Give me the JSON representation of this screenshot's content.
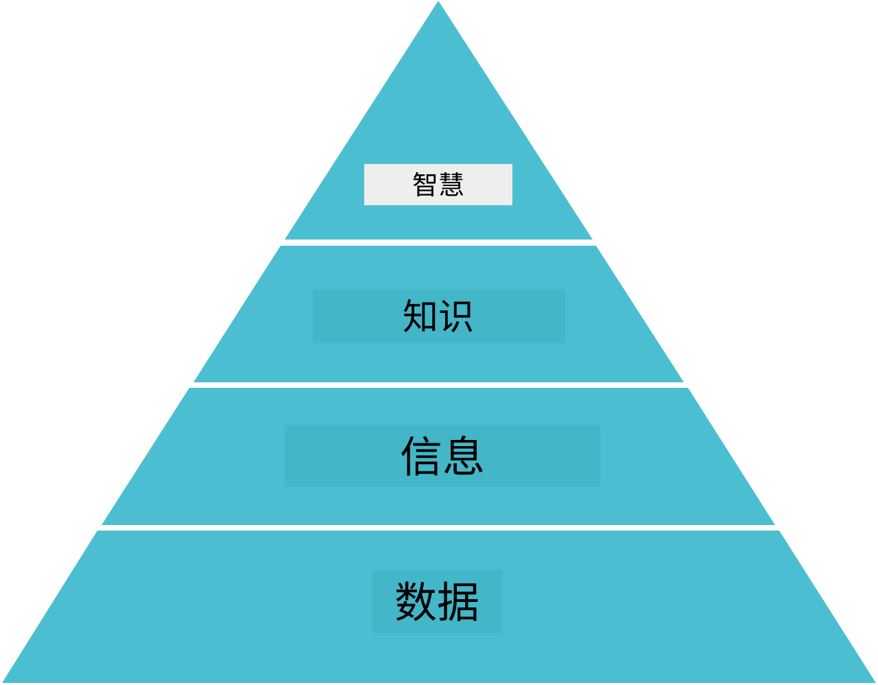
{
  "diagram": {
    "type": "pyramid",
    "tiers": [
      {
        "label": "智慧",
        "fill": "#4bbfd1",
        "label_bg": "#eeeeee"
      },
      {
        "label": "知识",
        "fill": "#4bbfd1",
        "label_bg": "#43b6c8"
      },
      {
        "label": "信息",
        "fill": "#4bbfd1",
        "label_bg": "#43b6c8"
      },
      {
        "label": "数据",
        "fill": "#4bbfd1",
        "label_bg": "#43b6c8"
      }
    ],
    "background": "#ffffff"
  }
}
